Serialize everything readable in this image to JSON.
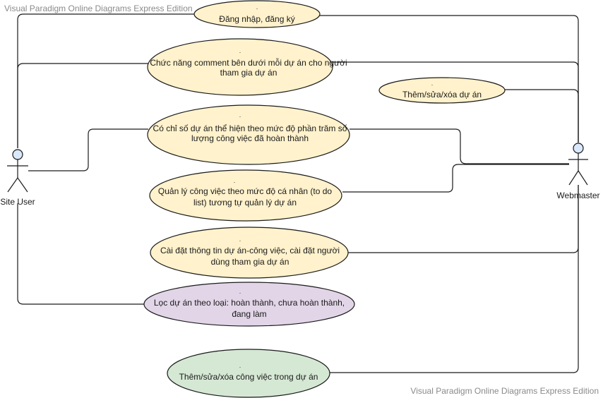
{
  "watermark": {
    "top": "Visual Paradigm Online Diagrams Express Edition",
    "bottom": "Visual Paradigm Online Diagrams Express Edition"
  },
  "actors": {
    "site_user": "Site User",
    "webmaster": "Webmaster"
  },
  "use_cases": [
    {
      "marker": ".",
      "lines": [
        "Đăng nhập, đăng ký"
      ],
      "color": "#fff2cc"
    },
    {
      "marker": ".",
      "lines": [
        "Chức năng comment bên dưới mỗi dự án cho người",
        "tham gia dự án"
      ],
      "color": "#fff2cc"
    },
    {
      "marker": ".",
      "lines": [
        "Thêm/sửa/xóa dự án"
      ],
      "color": "#fff2cc"
    },
    {
      "marker": ".",
      "lines": [
        "Có chỉ số dự án thể hiện theo mức độ phần trăm số",
        "lượng công việc đã hoàn thành"
      ],
      "color": "#fff2cc"
    },
    {
      "marker": ".",
      "lines": [
        "Quản lý công việc theo mức độ cá nhân (to do",
        "list) tương tự quản lý dự án"
      ],
      "color": "#fff2cc"
    },
    {
      "marker": ".",
      "lines": [
        "Cài đặt thông tin dự án-công việc, cài đặt người",
        "dùng tham gia dự án"
      ],
      "color": "#fff2cc"
    },
    {
      "marker": ".",
      "lines": [
        "Lọc dự án theo loại: hoàn thành, chưa hoàn thành,",
        "đang làm"
      ],
      "color": "#e1d5e7"
    },
    {
      "marker": ".",
      "lines": [
        "Thêm/sửa/xóa công việc trong dự án"
      ],
      "color": "#d5e8d4"
    }
  ]
}
